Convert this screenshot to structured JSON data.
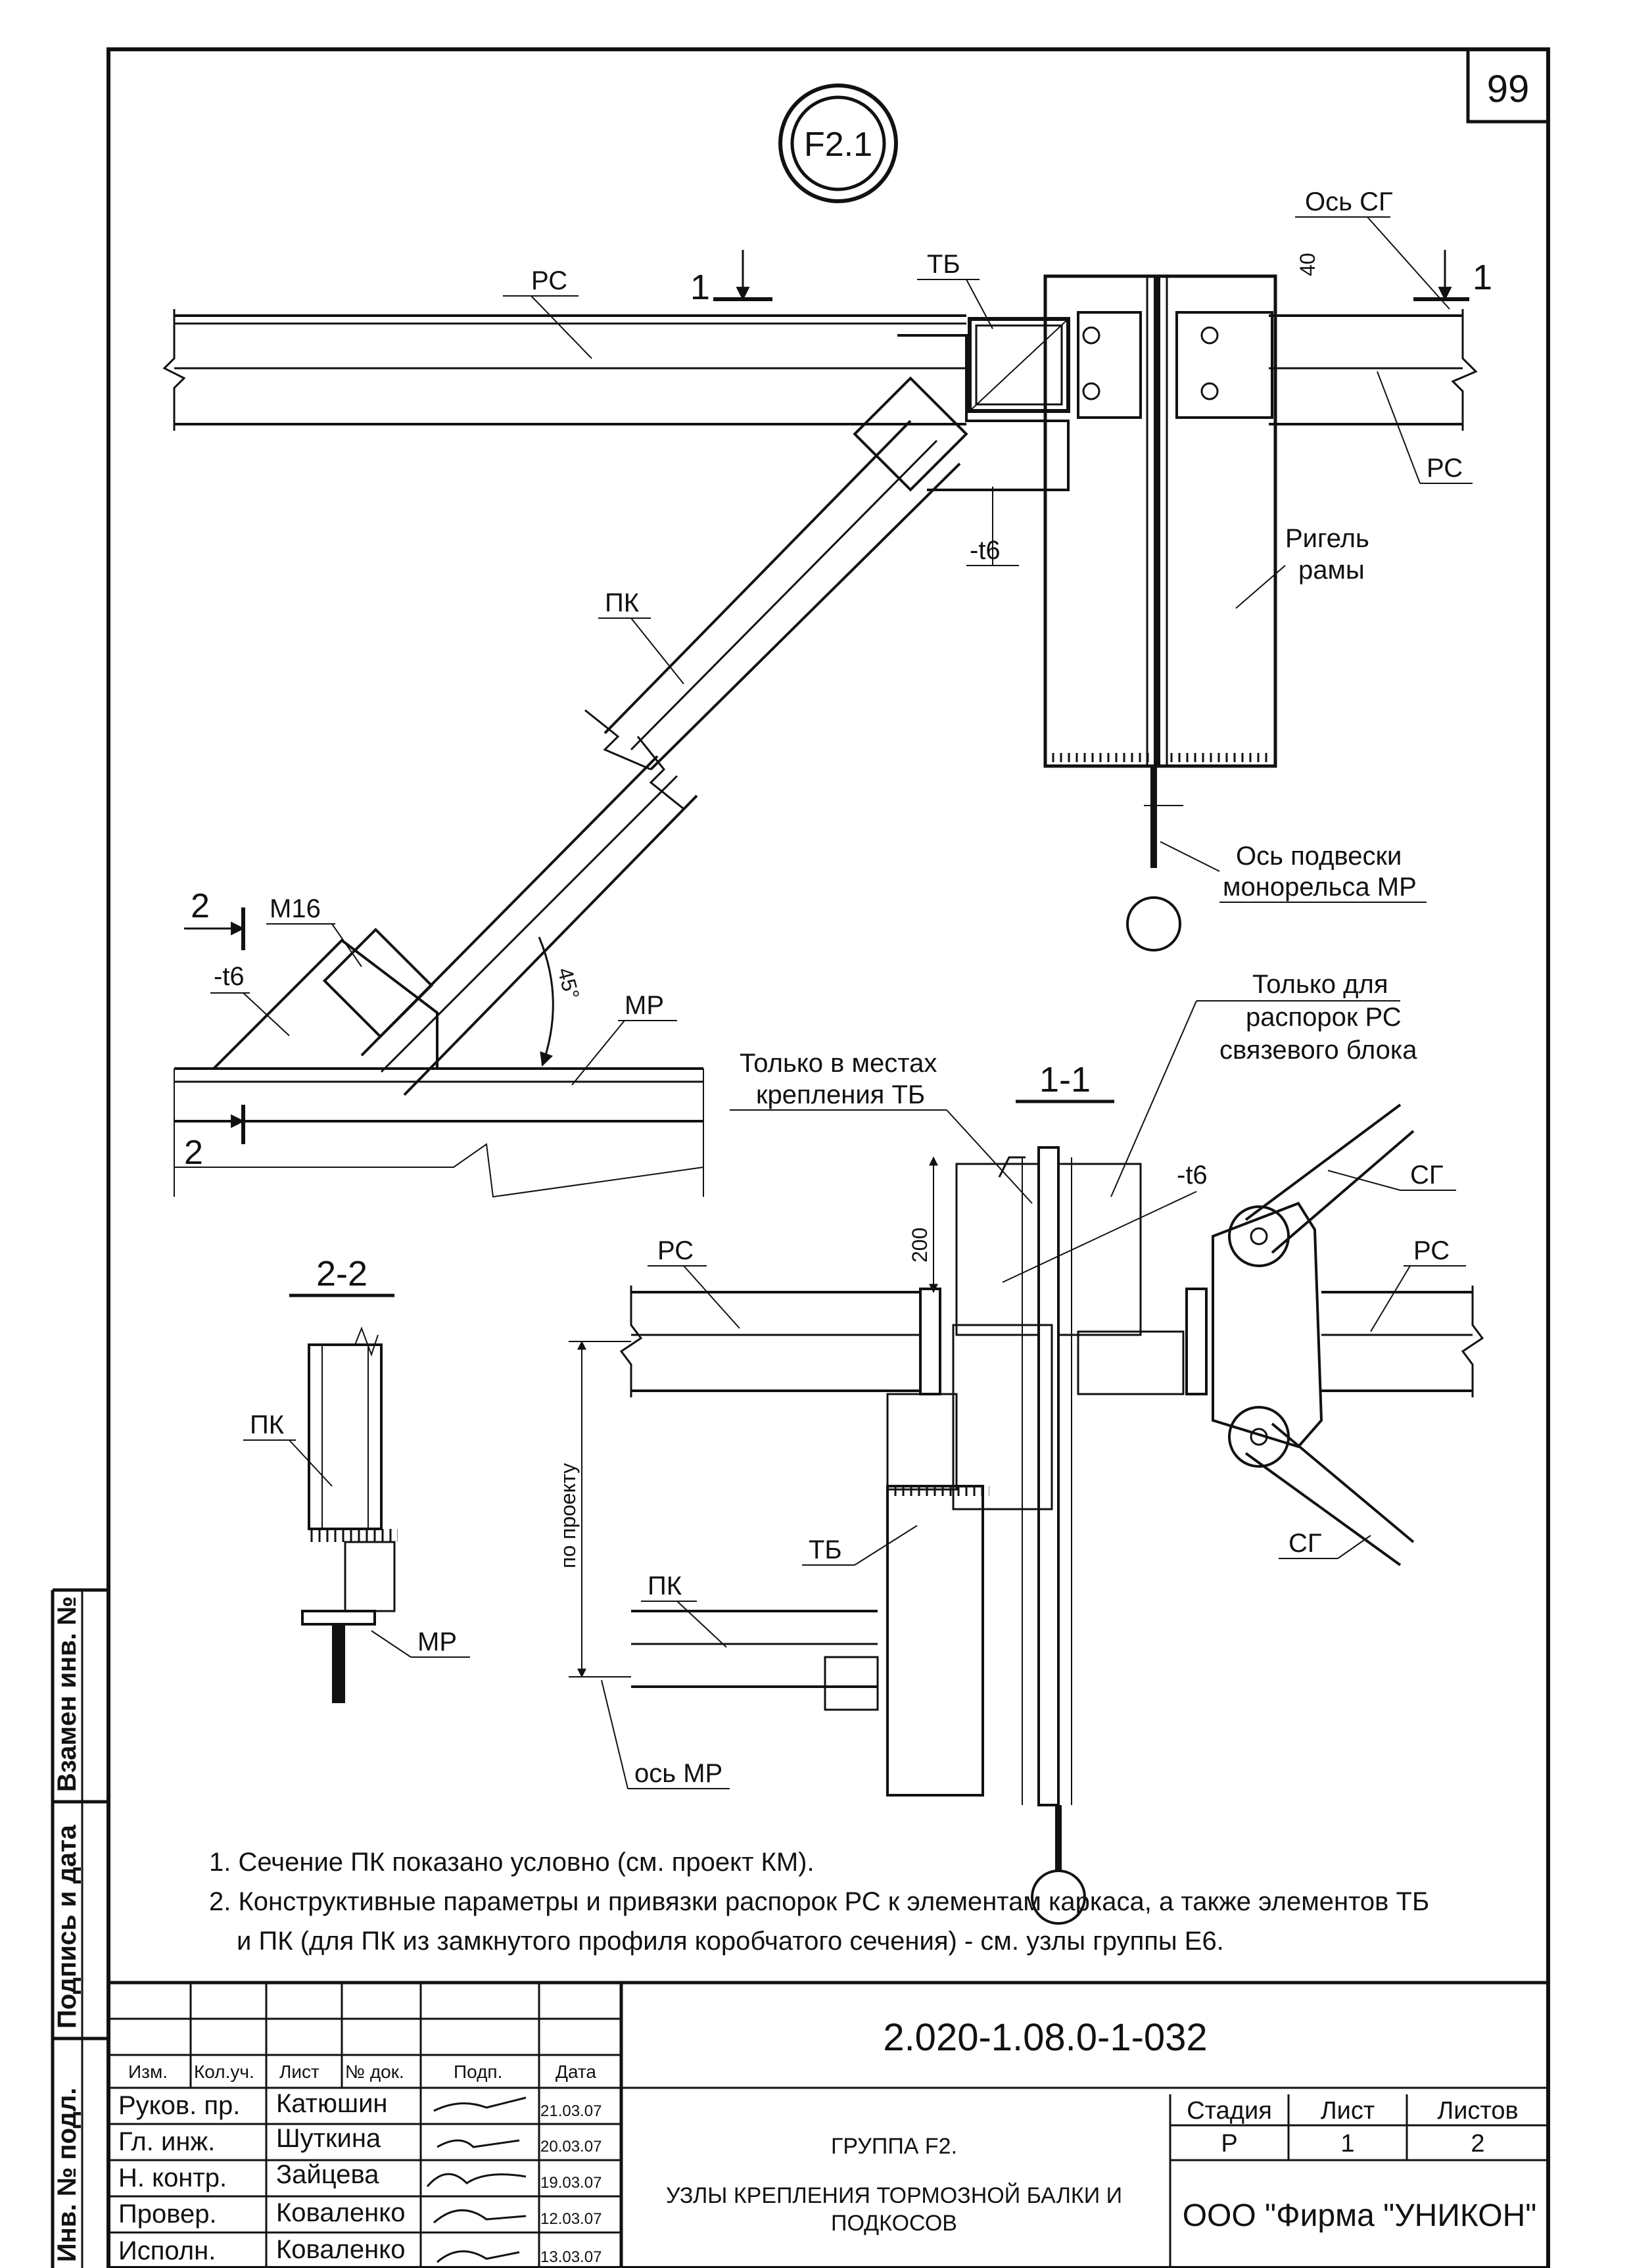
{
  "page_number": "99",
  "node_id": "F2.1",
  "section_marks": {
    "s1": "1",
    "s2": "2",
    "sec_1_1": "1-1",
    "sec_2_2": "2-2"
  },
  "labels": {
    "rs": "РС",
    "tb": "ТБ",
    "pk": "ПК",
    "mr": "МР",
    "sg": "СГ",
    "t6": "-t6",
    "m16": "М16",
    "axis_sg": "Ось СГ",
    "rigel_1": "Ригель",
    "rigel_2": "рамы",
    "hanger_1": "Ось подвески",
    "hanger_2": "монорельса МР",
    "tb_only_1": "Только в местах",
    "tb_only_2": "крепления ТБ",
    "rs_only_1": "Только для",
    "rs_only_2": "распорок РС",
    "rs_only_3": "связевого блока",
    "axis_mr": "ось МР",
    "by_project": "по проекту"
  },
  "dimensions": {
    "d40": "40",
    "d200": "200",
    "angle": "45°"
  },
  "notes": [
    "1. Сечение ПК показано условно (см. проект КМ).",
    "2. Конструктивные параметры и привязки распорок РС к элементам каркаса, а также элементов ТБ",
    "и ПК (для ПК из замкнутого профиля коробчатого сечения) - см. узлы группы Е6."
  ],
  "side_stamp": {
    "replace_inv": "Взамен инв. №",
    "sign_date": "Подпись и дата",
    "inv_orig": "Инв. № подл."
  },
  "title_block": {
    "doc_code": "2.020-1.08.0-1-032",
    "headers": {
      "izm": "Изм.",
      "kol": "Кол.уч.",
      "list": "Лист",
      "ndoc": "№ док.",
      "sign": "Подп.",
      "date": "Дата"
    },
    "rows": [
      {
        "role": "Руков. пр.",
        "name": "Катюшин",
        "date": "21.03.07"
      },
      {
        "role": "Гл. инж.",
        "name": "Шуткина",
        "date": "20.03.07"
      },
      {
        "role": "Н. контр.",
        "name": "Зайцева",
        "date": "19.03.07"
      },
      {
        "role": "Провер.",
        "name": "Коваленко",
        "date": "12.03.07"
      },
      {
        "role": "Исполн.",
        "name": "Коваленко",
        "date": "13.03.07"
      }
    ],
    "group": "ГРУППА F2.",
    "title_1": "УЗЛЫ КРЕПЛЕНИЯ ТОРМОЗНОЙ БАЛКИ И",
    "title_2": "ПОДКОСОВ",
    "stage_label": "Стадия",
    "sheet_label": "Лист",
    "sheets_label": "Листов",
    "stage": "Р",
    "sheet": "1",
    "sheets": "2",
    "company": "ООО  \"Фирма \"УНИКОН\""
  }
}
